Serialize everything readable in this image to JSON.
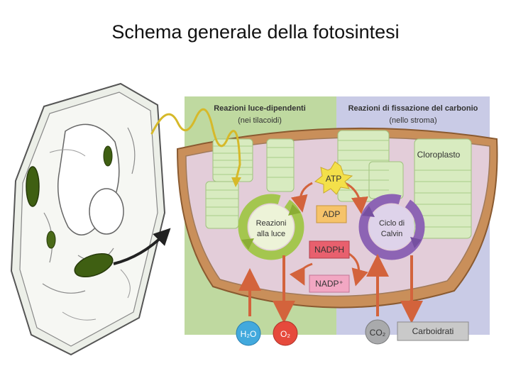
{
  "slide": {
    "title": "Schema generale della fotosintesi"
  },
  "panels": {
    "light": {
      "title": "Reazioni luce-dipendenti",
      "subtitle": "(nei tilacoidi)"
    },
    "dark": {
      "title": "Reazioni di fissazione del carbonio",
      "subtitle": "(nello stroma)"
    }
  },
  "labels": {
    "chloroplast": "Cloroplasto",
    "light_reactions_l1": "Reazioni",
    "light_reactions_l2": "alla luce",
    "calvin_l1": "Ciclo di",
    "calvin_l2": "Calvin",
    "atp": "ATP",
    "adp": "ADP",
    "nadph": "NADPH",
    "nadp": "NADP⁺",
    "h2o": "H₂O",
    "o2": "O₂",
    "co2": "CO₂",
    "carbs": "Carboidrati"
  },
  "colors": {
    "light_panel": "#bfd9a0",
    "dark_panel": "#c9cbe6",
    "light_cycle": "#a4c64f",
    "calvin_cycle": "#8d64b4",
    "atp": "#f3e04a",
    "adp": "#f6c36a",
    "nadph": "#e8606e",
    "nadp": "#f2a7c3",
    "h2o": "#42a9dd",
    "o2": "#e64a3c",
    "co2": "#a9aaac",
    "arrow": "#d3633c"
  }
}
